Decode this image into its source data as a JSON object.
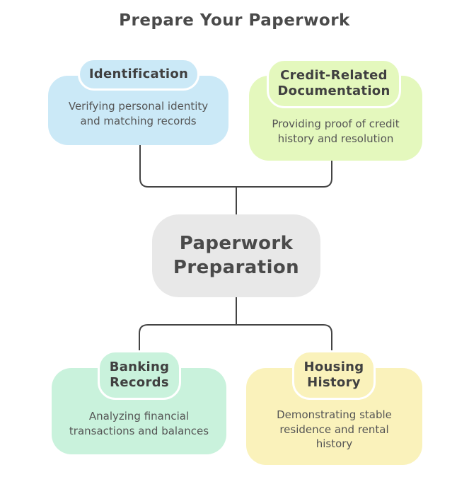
{
  "title": "Prepare Your Paperwork",
  "colors": {
    "background": "#ffffff",
    "connector_line": "#444444",
    "title_text": "#4a4a4a",
    "heading_text": "#404040",
    "body_text": "#555555",
    "pill_border": "#ffffff",
    "identification_fill": "#cbe9f7",
    "credit_fill": "#e4f8bd",
    "banking_fill": "#c9f2dc",
    "housing_fill": "#faf2bb",
    "root_fill": "#e8e8e8"
  },
  "nodes": {
    "root": {
      "label": "Paperwork Preparation"
    },
    "identification": {
      "title": "Identification",
      "description": "Verifying personal identity and matching records"
    },
    "credit": {
      "title": "Credit-Related Documentation",
      "description": "Providing proof of credit history and resolution"
    },
    "banking": {
      "title": "Banking Records",
      "description": "Analyzing financial transactions and balances"
    },
    "housing": {
      "title": "Housing History",
      "description": "Demonstrating stable residence and rental history"
    }
  }
}
